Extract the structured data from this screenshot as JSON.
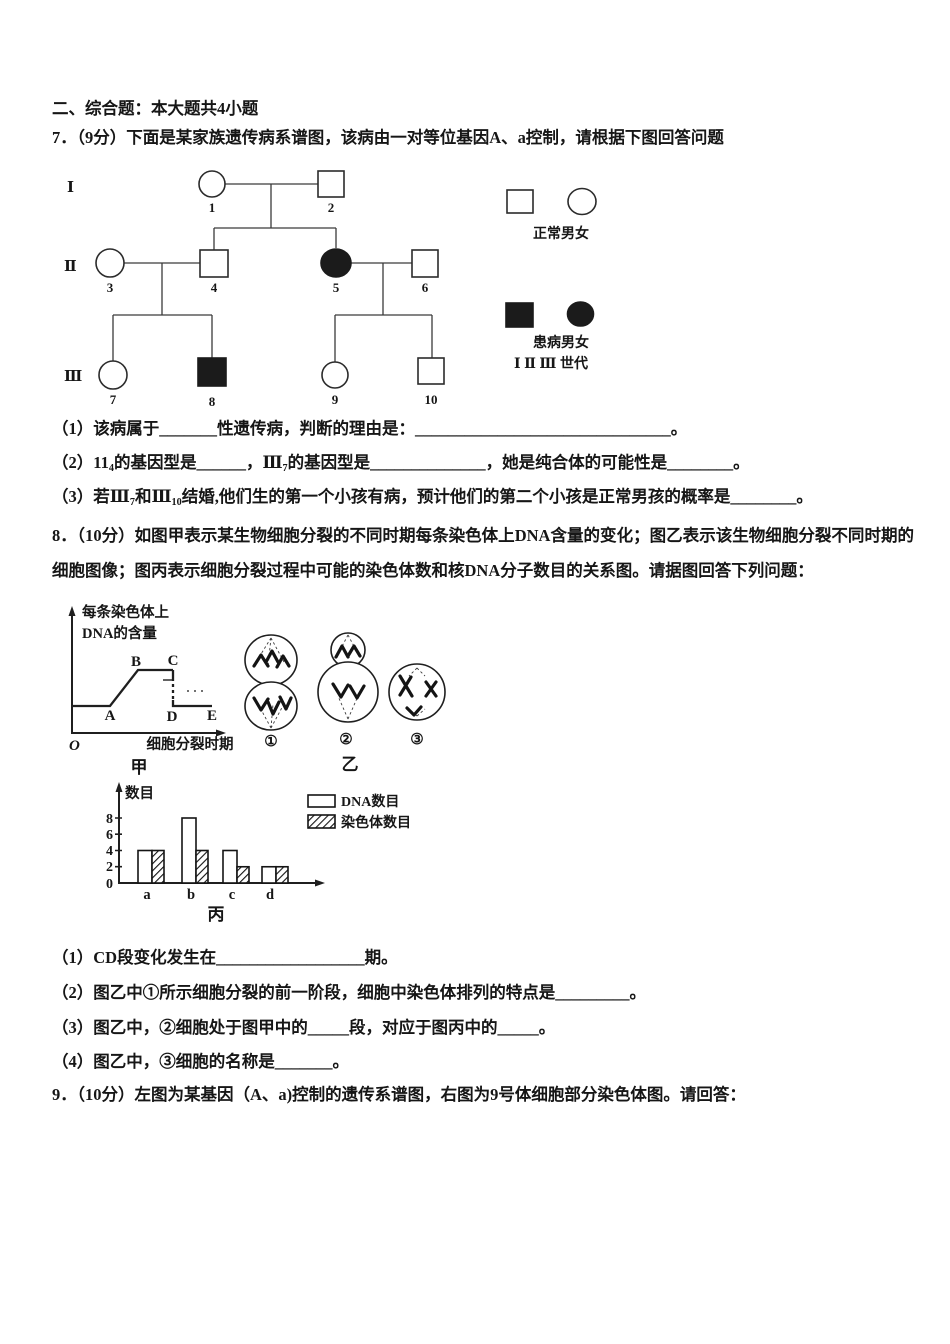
{
  "page": {
    "background": "#ffffff",
    "text_color": "#161616"
  },
  "section_header": "二、综合题：本大题共4小题",
  "q7": {
    "stem": "7．（9分）下面是某家族遗传病系谱图，该病由一对等位基因A、a控制，请根据下图回答问题",
    "sub1": "（1）该病属于_______性遗传病，判断的理由是：_______________________________。",
    "sub2_parts": {
      "t0": "（2）11",
      "s0": "4",
      "t1": "的基因型是______，Ⅲ",
      "s1": "7",
      "t2": "的基因型是______________，她是纯合体的可能性是________。"
    },
    "sub3_parts": {
      "t0": "（3）若Ⅲ",
      "s0": "7",
      "t1": "和Ⅲ",
      "s1": "10",
      "t2": "结婚,他们生的第一个小孩有病，预计他们的第二个小孩是正常男孩的概率是________。"
    },
    "pedigree": {
      "generations": [
        "Ⅰ",
        "Ⅱ",
        "Ⅲ"
      ],
      "numbers": [
        "1",
        "2",
        "3",
        "4",
        "5",
        "6",
        "7",
        "8",
        "9",
        "10"
      ],
      "members": [
        {
          "id": 1,
          "generation": "Ⅰ",
          "sex": "female",
          "affected": false
        },
        {
          "id": 2,
          "generation": "Ⅰ",
          "sex": "male",
          "affected": false
        },
        {
          "id": 3,
          "generation": "Ⅱ",
          "sex": "female",
          "affected": false
        },
        {
          "id": 4,
          "generation": "Ⅱ",
          "sex": "male",
          "affected": false
        },
        {
          "id": 5,
          "generation": "Ⅱ",
          "sex": "female",
          "affected": true
        },
        {
          "id": 6,
          "generation": "Ⅱ",
          "sex": "male",
          "affected": false
        },
        {
          "id": 7,
          "generation": "Ⅲ",
          "sex": "female",
          "affected": false
        },
        {
          "id": 8,
          "generation": "Ⅲ",
          "sex": "male",
          "affected": true
        },
        {
          "id": 9,
          "generation": "Ⅲ",
          "sex": "female",
          "affected": false
        },
        {
          "id": 10,
          "generation": "Ⅲ",
          "sex": "male",
          "affected": false
        }
      ],
      "legend": {
        "normal": "正常男女",
        "affected": "患病男女",
        "generation_caption": "Ⅰ Ⅱ Ⅲ 世代"
      }
    }
  },
  "q8": {
    "stem": "8．（10分）如图甲表示某生物细胞分裂的不同时期每条染色体上DNA含量的变化；图乙表示该生物细胞分裂不同时期的细胞图像；图丙表示细胞分裂过程中可能的染色体数和核DNA分子数目的关系图。请据图回答下列问题：",
    "cells": {
      "caption": "乙",
      "labels": [
        "①",
        "②",
        "③"
      ]
    },
    "sub1": "（1）CD段变化发生在__________________期。",
    "sub2": "（2）图乙中①所示细胞分裂的前一阶段，细胞中染色体排列的特点是_________。",
    "sub3": "（3）图乙中，②细胞处于图甲中的_____段，对应于图丙中的_____。",
    "sub4": "（4）图乙中，③细胞的名称是_______。"
  },
  "q9": {
    "stem": "9．（10分）左图为某基因（A、a)控制的遗传系谱图，右图为9号体细胞部分染色体图。请回答："
  },
  "chart_data": [
    {
      "type": "line",
      "caption": "甲",
      "ylabel": "每条染色体上DNA的含量",
      "ylabel_lines": [
        "每条染色体上",
        "DNA的含量"
      ],
      "xlabel": "细胞分裂时期",
      "origin": "O",
      "points": [
        "A",
        "B",
        "C",
        "D",
        "E"
      ],
      "x": [
        "start",
        "A",
        "B",
        "C",
        "D",
        "E"
      ],
      "y_relative": [
        1,
        1,
        2,
        2,
        1,
        1
      ],
      "description": "每条染色体上DNA含量：起点到A为1，A→B升至2，B→C保持2，C→D降回1，D→E保持1"
    },
    {
      "type": "bar",
      "caption": "丙",
      "ylabel": "数目",
      "yticks": [
        "8",
        "6",
        "4",
        "2",
        "0"
      ],
      "ylim": [
        0,
        9
      ],
      "categories": [
        "a",
        "b",
        "c",
        "d"
      ],
      "series": [
        {
          "name": "DNA数目",
          "style": "open",
          "values": [
            4,
            8,
            4,
            2
          ]
        },
        {
          "name": "染色体数目",
          "style": "hatched",
          "values": [
            4,
            4,
            2,
            2
          ]
        }
      ],
      "legend_position": "top-right",
      "grid": false
    }
  ]
}
